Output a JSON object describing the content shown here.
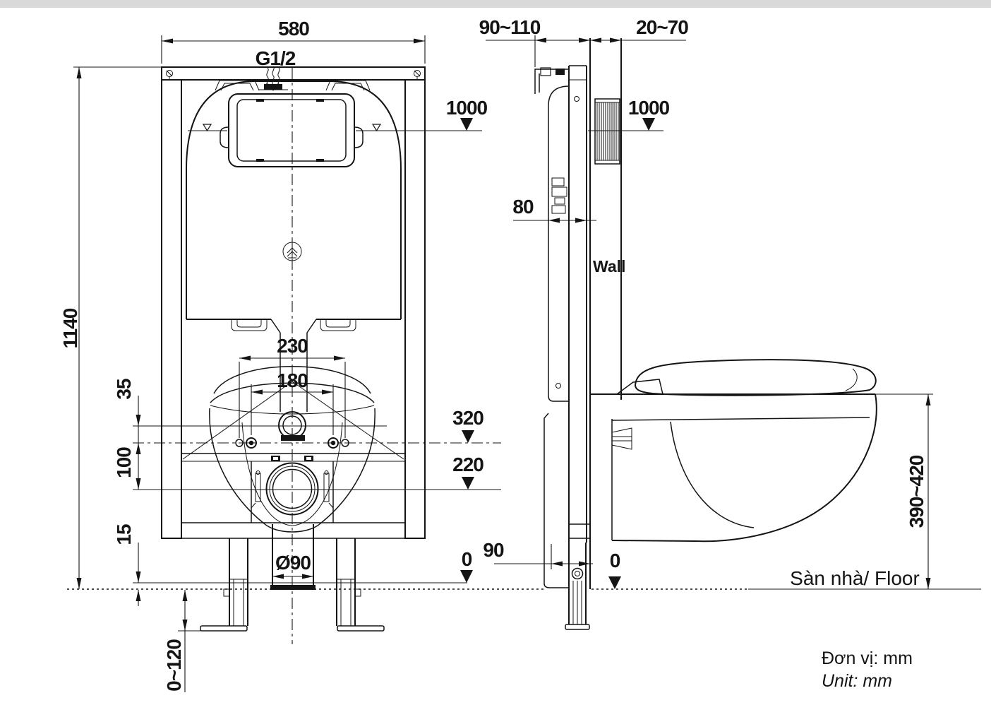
{
  "meta": {
    "top_bar_color": "#d9d9d9",
    "line_color": "#141414",
    "background": "#ffffff"
  },
  "front_view": {
    "title": "front view of in-wall cistern frame with wall-hung toilet template",
    "dim_width": "580",
    "inlet": "G1/2",
    "dim_height": "1140",
    "level_1000": "1000",
    "dim_bolt_outer": "230",
    "dim_bolt_inner": "180",
    "dim_35": "35",
    "dim_100": "100",
    "dim_15": "15",
    "level_320": "320",
    "level_220": "220",
    "level_0": "0",
    "dim_drain": "Ø90",
    "dim_feet_range": "0~120"
  },
  "side_view": {
    "title": "side view of frame in wall with wall-hung toilet",
    "dim_embed_range": "90~110",
    "dim_panel_range": "20~70",
    "level_1000": "1000",
    "dim_frame_depth": "80",
    "wall_label": "Wall",
    "dim_rim_height": "390~420",
    "dim_offset_90": "90",
    "level_0": "0",
    "floor_label": "Sàn nhà/ Floor"
  },
  "notes": {
    "unit_vi": "Đơn vị: mm",
    "unit_en": "Unit: mm"
  }
}
